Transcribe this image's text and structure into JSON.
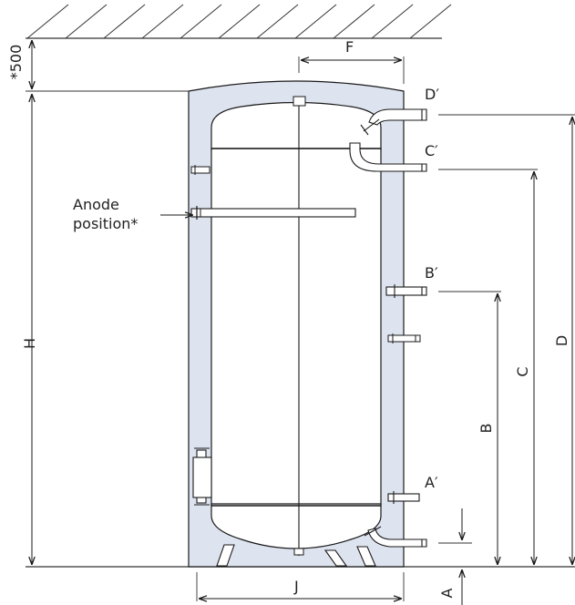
{
  "annotations": {
    "anode_line1": "Anode",
    "anode_line2": "position*",
    "clearance": "*500"
  },
  "connections": {
    "a_prime": "A′",
    "b_prime": "B′",
    "c_prime": "C′",
    "d_prime": "D′"
  },
  "dimensions": {
    "a": "A",
    "b": "B",
    "c": "C",
    "d": "D",
    "f": "F",
    "h": "H",
    "j": "J"
  },
  "colors": {
    "insulation": "#dde3ef",
    "line": "#1a1a1a",
    "background": "#ffffff"
  }
}
